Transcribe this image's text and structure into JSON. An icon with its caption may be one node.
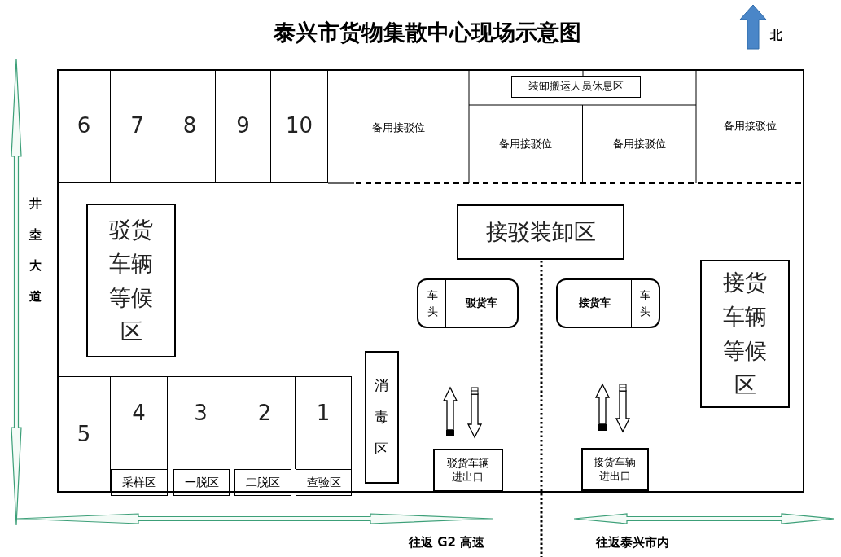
{
  "diagram": {
    "title": "泰兴市货物集散中心现场示意图",
    "nodes": [
      {
        "text": [
          "6"
        ]
      },
      {
        "text": [
          "7"
        ]
      },
      {
        "text": [
          "8"
        ]
      },
      {
        "text": [
          "9"
        ]
      },
      {
        "text": [
          "10"
        ]
      },
      {
        "text": [
          "备用接驳位"
        ]
      },
      {
        "text": [
          "装卸搬运人员休息区"
        ]
      },
      {
        "text": [
          "备用接驳位"
        ]
      },
      {
        "text": [
          "备用接驳位"
        ]
      },
      {
        "text": [
          "备用接驳位"
        ]
      },
      {
        "text": [
          "驳货车辆等候区"
        ]
      },
      {
        "text": [
          "接驳装卸区"
        ]
      },
      {
        "text": [
          "车头",
          "驳货车"
        ]
      },
      {
        "text": [
          "接货车",
          "车头"
        ]
      },
      {
        "text": [
          "接货车辆等候区"
        ]
      },
      {
        "text": [
          "5"
        ]
      },
      {
        "text": [
          "4"
        ]
      },
      {
        "text": [
          "3"
        ]
      },
      {
        "text": [
          "2"
        ]
      },
      {
        "text": [
          "1"
        ]
      },
      {
        "text": [
          "消毒区"
        ]
      },
      {
        "text": [
          "采样区"
        ]
      },
      {
        "text": [
          "一脱区"
        ]
      },
      {
        "text": [
          "二脱区"
        ]
      },
      {
        "text": [
          "查验区"
        ]
      },
      {
        "text": [
          "驳货车辆进出口"
        ]
      },
      {
        "text": [
          "接货车辆进出口"
        ]
      }
    ],
    "labels": [
      "北",
      "井坴大道",
      "往返 G2 高速",
      "往返泰兴市内"
    ]
  }
}
